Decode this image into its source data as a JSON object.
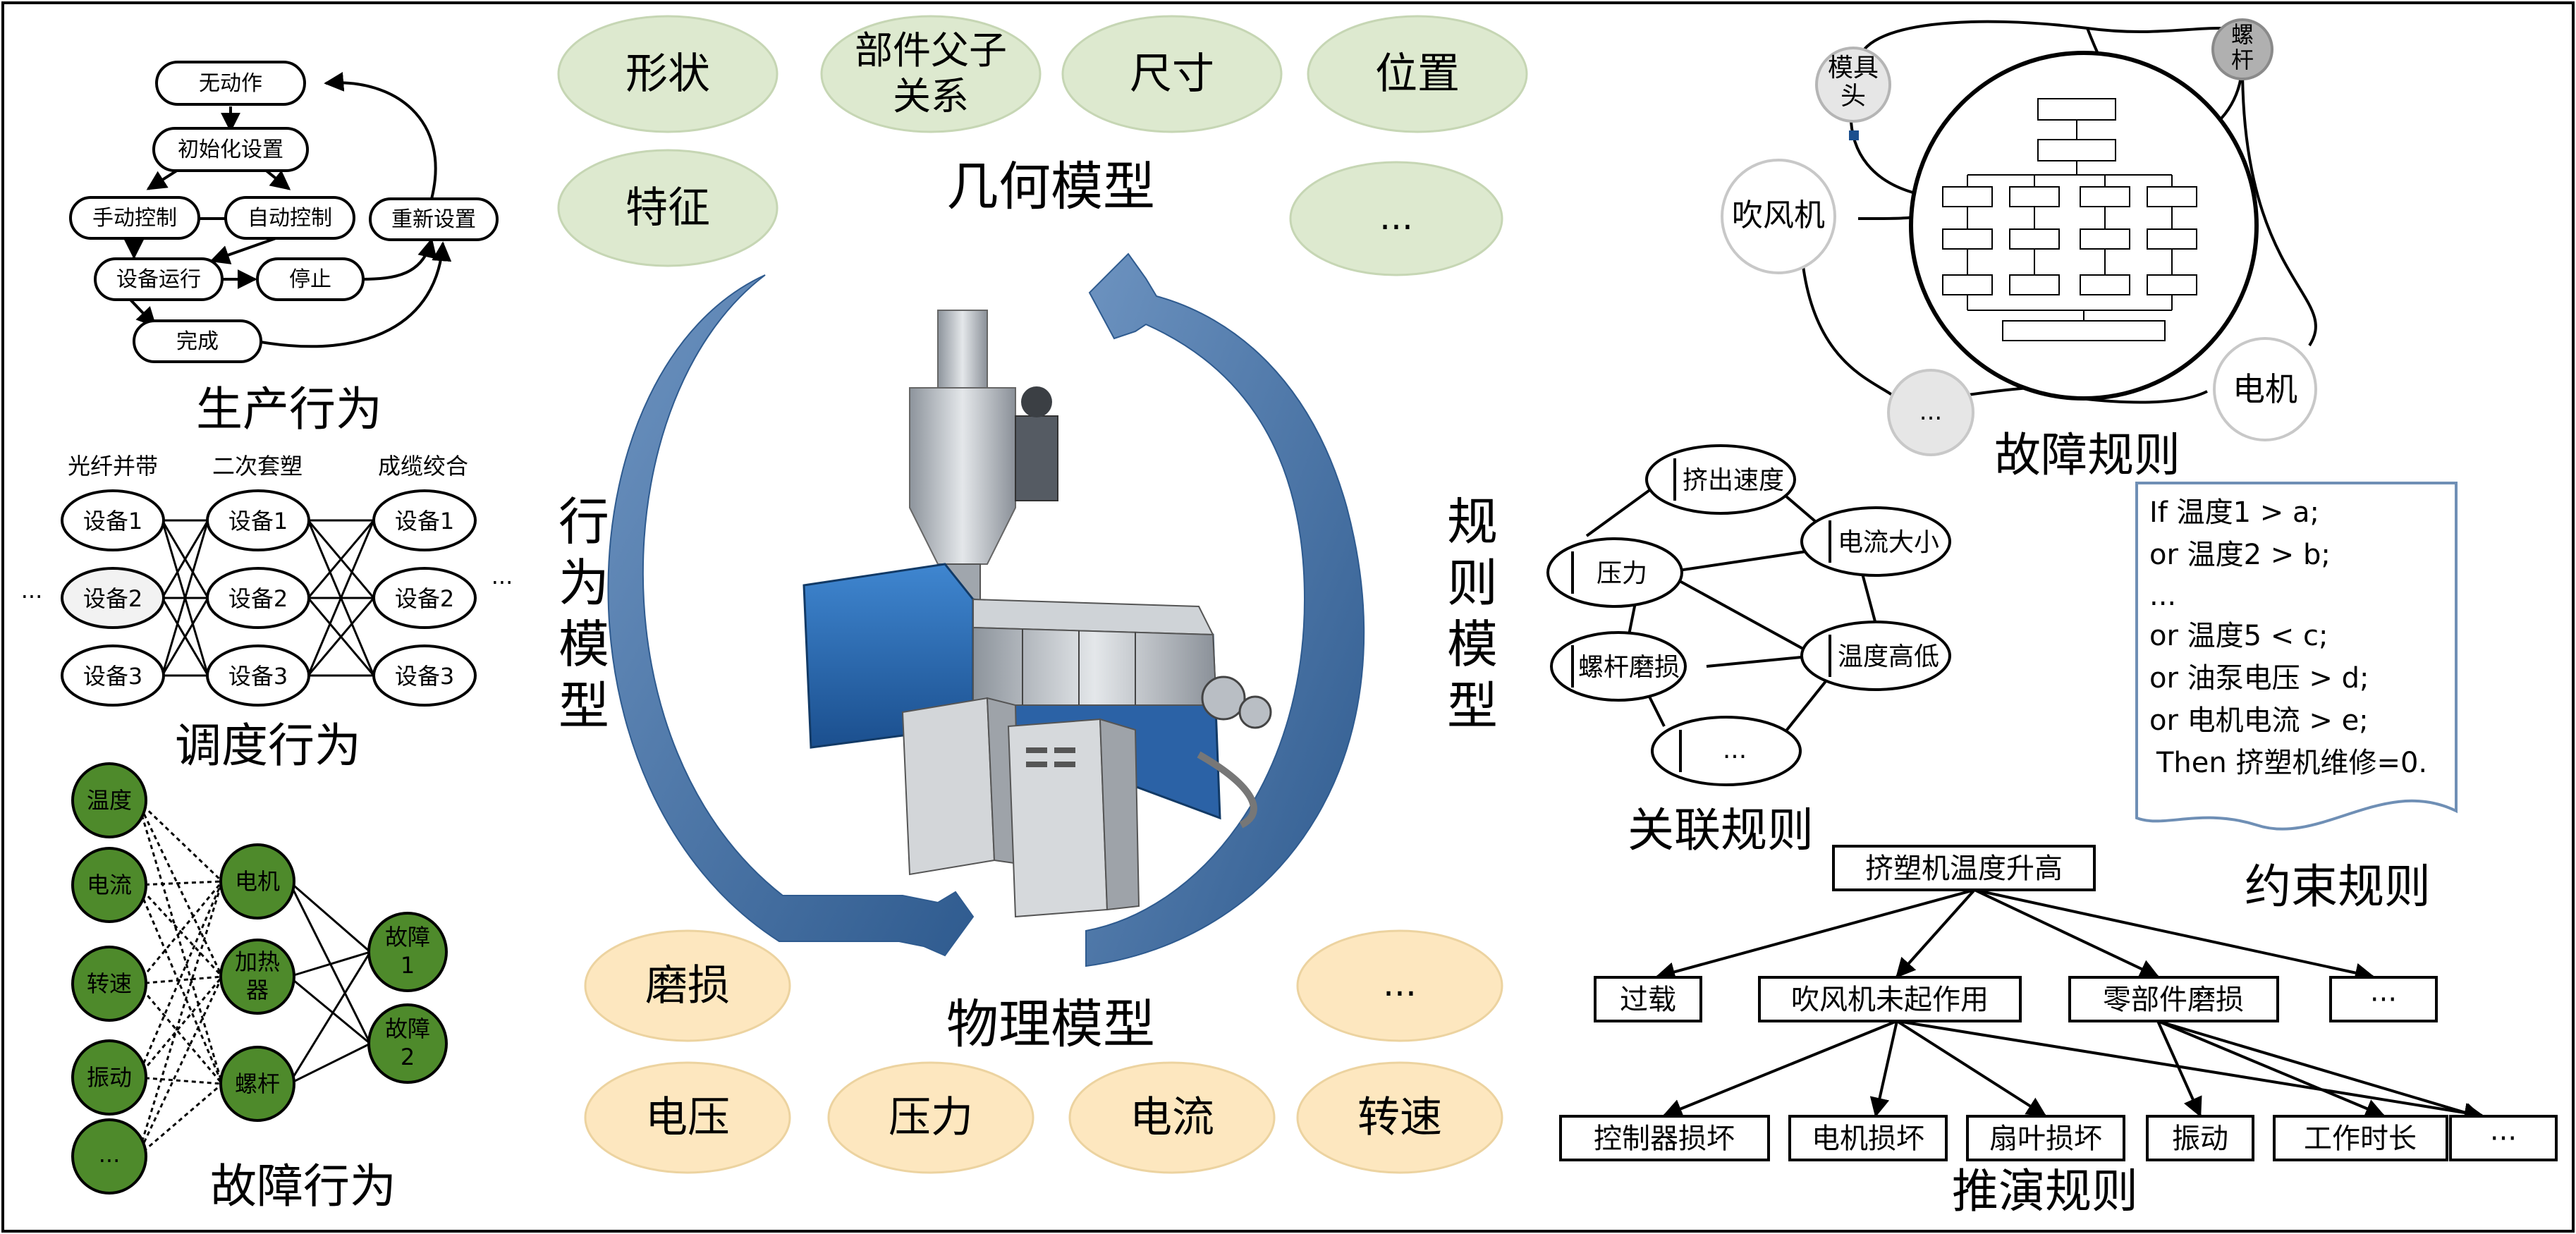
{
  "geometry_model": {
    "title": "几何模型",
    "items": [
      "形状",
      "部件父子\n关系",
      "尺寸",
      "位置",
      "特征",
      "..."
    ]
  },
  "physical_model": {
    "title": "物理模型",
    "items": [
      "磨损",
      "...",
      "电压",
      "压力",
      "电流",
      "转速"
    ]
  },
  "behavior_model_label": "行为模型",
  "rule_model_label": "规则模型",
  "production_behavior": {
    "title": "生产行为",
    "nodes": [
      "无动作",
      "初始化设置",
      "手动控制",
      "自动控制",
      "重新设置",
      "设备运行",
      "停止",
      "完成"
    ]
  },
  "scheduling_behavior": {
    "title": "调度行为",
    "stages": [
      "光纤并带",
      "二次套塑",
      "成缆绞合"
    ],
    "devices": [
      "设备1",
      "设备2",
      "设备3"
    ],
    "ellipsis": "..."
  },
  "fault_behavior": {
    "title": "故障行为",
    "inputs": [
      "温度",
      "电流",
      "转速",
      "振动",
      "..."
    ],
    "components": [
      "电机",
      "加热\n器",
      "螺杆"
    ],
    "faults": [
      "故障\n1",
      "故障\n2"
    ]
  },
  "fault_rules": {
    "title": "故障规则",
    "nodes": [
      "模具\n头",
      "螺\n杆",
      "吹风机",
      "...",
      "电机"
    ]
  },
  "association_rules": {
    "title": "关联规则",
    "nodes": [
      "挤出速度",
      "压力",
      "电流大小",
      "螺杆磨损",
      "温度高低",
      "..."
    ]
  },
  "constraint_rules": {
    "title": "约束规则",
    "lines": [
      "If    温度1 > a;",
      "or   温度2 > b;",
      "...",
      "or   温度5 < c;",
      "or   油泵电压 > d;",
      "or    电机电流 > e;",
      "Then  挤塑机维修=0."
    ]
  },
  "inference_rules": {
    "title": "推演规则",
    "root": "挤塑机温度升高",
    "level1": [
      "过载",
      "吹风机未起作用",
      "零部件磨损",
      "···"
    ],
    "level2": [
      "控制器损坏",
      "电机损坏",
      "扇叶损坏",
      "振动",
      "工作时长",
      "···"
    ]
  },
  "colors": {
    "geo_fill": "#dde9cf",
    "phys_fill": "#fde7bf",
    "arrow_blue": "#4a74a8",
    "fault_green": "#4e8a2b"
  }
}
